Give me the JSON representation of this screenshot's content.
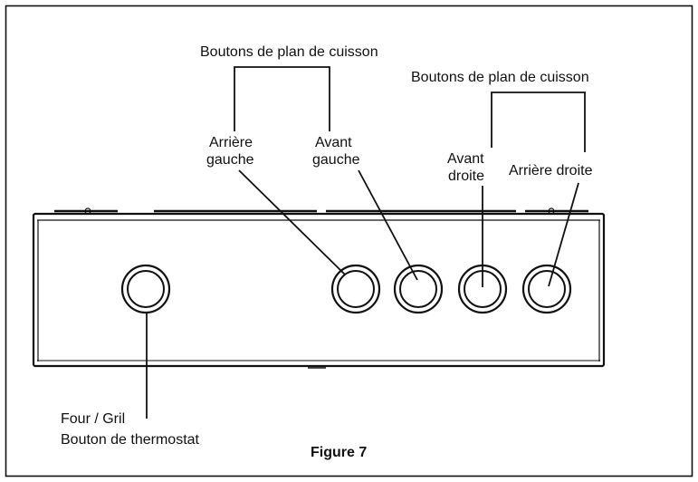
{
  "figure": {
    "caption": "Figure 7",
    "bracket_left_label": "Boutons de plan de cuisson",
    "bracket_right_label": "Boutons de plan de cuisson",
    "knob_labels": {
      "rear_left_line1": "Arrière",
      "rear_left_line2": "gauche",
      "front_left_line1": "Avant",
      "front_left_line2": "gauche",
      "front_right_line1": "Avant",
      "front_right_line2": "droite",
      "rear_right": "Arrière droite"
    },
    "oven_label_line1": "Four / Gril",
    "oven_label_line2": "Bouton de thermostat"
  },
  "colors": {
    "ink": "#111111",
    "frame": "#111111",
    "background": "#ffffff"
  }
}
